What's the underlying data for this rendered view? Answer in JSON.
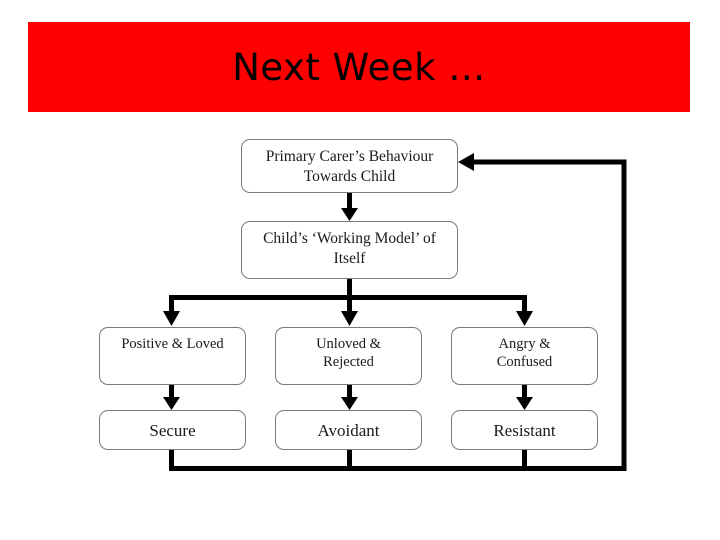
{
  "slide": {
    "background_color": "#ffffff",
    "banner": {
      "color": "#ff0000",
      "title": "Next Week …"
    }
  },
  "diagram": {
    "type": "flowchart",
    "description": "Attachment theory cycle linking carer behaviour to child working model and attachment style",
    "line_color": "#000000",
    "box_border_color": "#7a7a7a",
    "box_fill_color": "#ffffff",
    "nodes": [
      {
        "id": "carer",
        "label": "Primary Carer’s Behaviour\nTowards Child",
        "row": 0,
        "column": 1
      },
      {
        "id": "model",
        "label": "Child’s ‘Working Model’ of\nItself",
        "row": 1,
        "column": 1
      },
      {
        "id": "positive",
        "label": "Positive & Loved",
        "row": 2,
        "column": 0
      },
      {
        "id": "unloved",
        "label": "Unloved &\nRejected",
        "row": 2,
        "column": 1
      },
      {
        "id": "angry",
        "label": "Angry &\nConfused",
        "row": 2,
        "column": 2
      },
      {
        "id": "secure",
        "label": "Secure",
        "row": 3,
        "column": 0
      },
      {
        "id": "avoidant",
        "label": "Avoidant",
        "row": 3,
        "column": 1
      },
      {
        "id": "resistant",
        "label": "Resistant",
        "row": 3,
        "column": 2
      }
    ],
    "edges": [
      {
        "from": "carer",
        "to": "model",
        "style": "arrow-down"
      },
      {
        "from": "model",
        "to": "positive",
        "style": "arrow-down-branch"
      },
      {
        "from": "model",
        "to": "unloved",
        "style": "arrow-down-branch"
      },
      {
        "from": "model",
        "to": "angry",
        "style": "arrow-down-branch"
      },
      {
        "from": "positive",
        "to": "secure",
        "style": "arrow-down"
      },
      {
        "from": "unloved",
        "to": "avoidant",
        "style": "arrow-down"
      },
      {
        "from": "angry",
        "to": "resistant",
        "style": "arrow-down"
      },
      {
        "from": "secure",
        "to": "carer",
        "style": "feedback-loop"
      },
      {
        "from": "avoidant",
        "to": "carer",
        "style": "feedback-loop"
      },
      {
        "from": "resistant",
        "to": "carer",
        "style": "feedback-loop"
      }
    ]
  }
}
